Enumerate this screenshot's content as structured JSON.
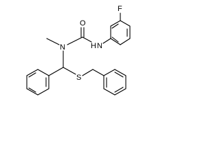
{
  "molecule": {
    "atom_labels": {
      "fluorine": "F",
      "urea_oxygen": "O",
      "amide_nitrogen": "N",
      "urea_nitrogen_h": "N",
      "urea_nitrogen_h_hydrogen": "H",
      "thioether_sulfur": "S"
    },
    "colors": {
      "bonds": "#000000",
      "labels": "#000000",
      "background": "#ffffff"
    }
  }
}
